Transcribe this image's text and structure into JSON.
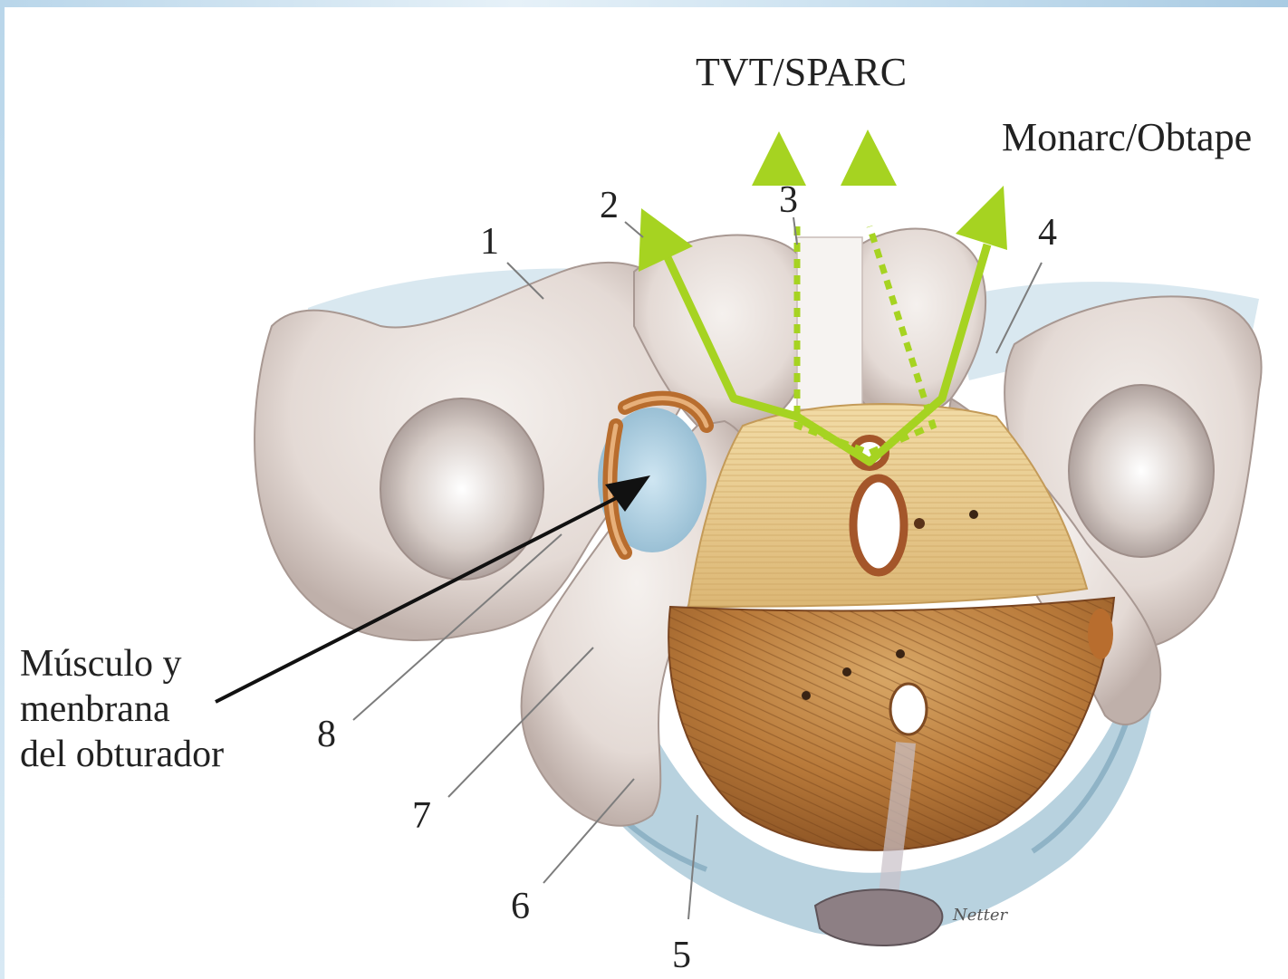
{
  "labels": {
    "procedure_retropubic": "TVT/SPARC",
    "procedure_transobturator": "Monarc/Obtape",
    "obturator": [
      "Músculo y",
      "menbrana",
      "del obturador"
    ]
  },
  "numbers": {
    "n1": "1",
    "n2": "2",
    "n3": "3",
    "n4": "4",
    "n5": "5",
    "n6": "6",
    "n7": "7",
    "n8": "8"
  },
  "signature": "Netter",
  "colors": {
    "arrow_green": "#a6d321",
    "bone": "#ece4df",
    "bone_shadow": "#bdaea8",
    "ligament_blue": "#a9c8d6",
    "muscle_light": "#e8c98c",
    "muscle_dark": "#b3702f",
    "leader_line": "#7d7d7d"
  }
}
